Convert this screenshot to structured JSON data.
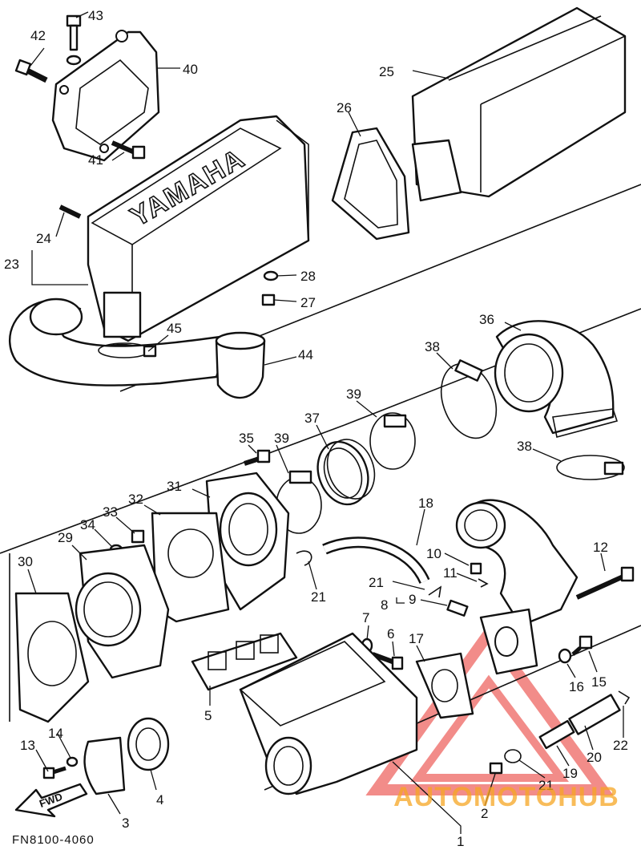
{
  "diagram": {
    "code": "FN8100-4060",
    "brand_embossing": "YAMAHA",
    "direction_label": "FWD",
    "watermark": "AUTOMOTOHUB",
    "colors": {
      "ink": "#111111",
      "paper": "#ffffff",
      "watermark_red": "#e8302a",
      "watermark_orange": "#f5a623",
      "watermark_gray": "#8c8c8c"
    },
    "callouts": {
      "c1": "1",
      "c2": "2",
      "c3": "3",
      "c4": "4",
      "c5": "5",
      "c6": "6",
      "c7": "7",
      "c8": "8",
      "c9": "9",
      "c10": "10",
      "c11": "11",
      "c12": "12",
      "c13": "13",
      "c14": "14",
      "c15": "15",
      "c16": "16",
      "c17": "17",
      "c18": "18",
      "c19": "19",
      "c20": "20",
      "c21a": "21",
      "c21b": "21",
      "c21c": "21",
      "c22": "22",
      "c23": "23",
      "c24": "24",
      "c25": "25",
      "c26": "26",
      "c27": "27",
      "c28": "28",
      "c29": "29",
      "c30": "30",
      "c31": "31",
      "c32": "32",
      "c33": "33",
      "c34": "34",
      "c35": "35",
      "c36": "36",
      "c37": "37",
      "c38a": "38",
      "c38b": "38",
      "c39a": "39",
      "c39b": "39",
      "c40": "40",
      "c41": "41",
      "c42": "42",
      "c43": "43",
      "c44": "44",
      "c45": "45"
    }
  }
}
